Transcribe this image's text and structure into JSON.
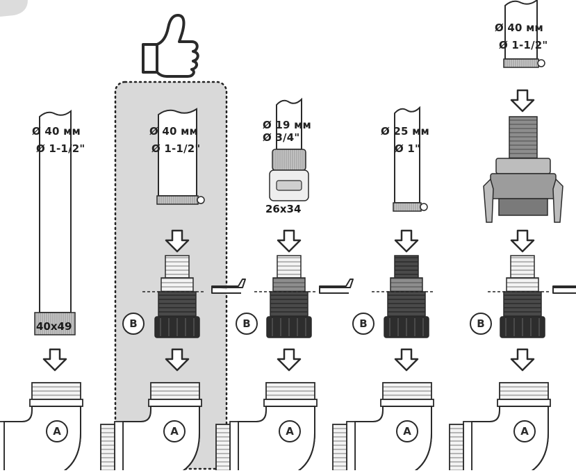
{
  "columns": [
    {
      "diameter_mm": "Ø 40 мм",
      "diameter_in": "Ø 1-1/2\"",
      "fitting_size": "40x49",
      "adapter_label": "",
      "elbow_label": "A"
    },
    {
      "diameter_mm": "Ø 40 мм",
      "diameter_in": "Ø 1-1/2\"",
      "fitting_size": "",
      "adapter_label": "B",
      "elbow_label": "A"
    },
    {
      "diameter_mm": "Ø 19 мм",
      "diameter_in": "Ø 3/4\"",
      "fitting_size": "26x34",
      "adapter_label": "B",
      "elbow_label": "A"
    },
    {
      "diameter_mm": "Ø 25 мм",
      "diameter_in": "Ø 1\"",
      "fitting_size": "",
      "adapter_label": "B",
      "elbow_label": "A"
    },
    {
      "diameter_mm": "Ø 40 мм",
      "diameter_in": "Ø 1-1/2\"",
      "fitting_size": "",
      "adapter_label": "B",
      "elbow_label": "A"
    }
  ],
  "recommended_icon": "thumbs-up-icon",
  "colors": {
    "highlight_bg": "#d9d9d9",
    "dark_part": "#3a3a3a",
    "mid_part": "#7a7a7a",
    "light_part": "#f2f2f2",
    "stroke": "#2a2a2a"
  }
}
